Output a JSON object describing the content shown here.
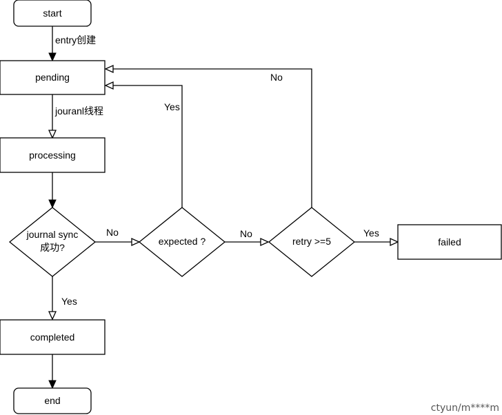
{
  "nodes": {
    "start": "start",
    "pending": "pending",
    "processing": "processing",
    "journal_sync_line1": "journal sync",
    "journal_sync_line2": "成功?",
    "expected": "expected ?",
    "retry": "retry >=5",
    "failed": "failed",
    "completed": "completed",
    "end": "end"
  },
  "edges": {
    "entry_create": "entry创建",
    "journal_thread": "jouranl线程",
    "sync_no": "No",
    "sync_yes": "Yes",
    "expected_no": "No",
    "expected_yes": "Yes",
    "retry_no": "No",
    "retry_yes": "Yes"
  },
  "watermark": "ctyun/m****m"
}
